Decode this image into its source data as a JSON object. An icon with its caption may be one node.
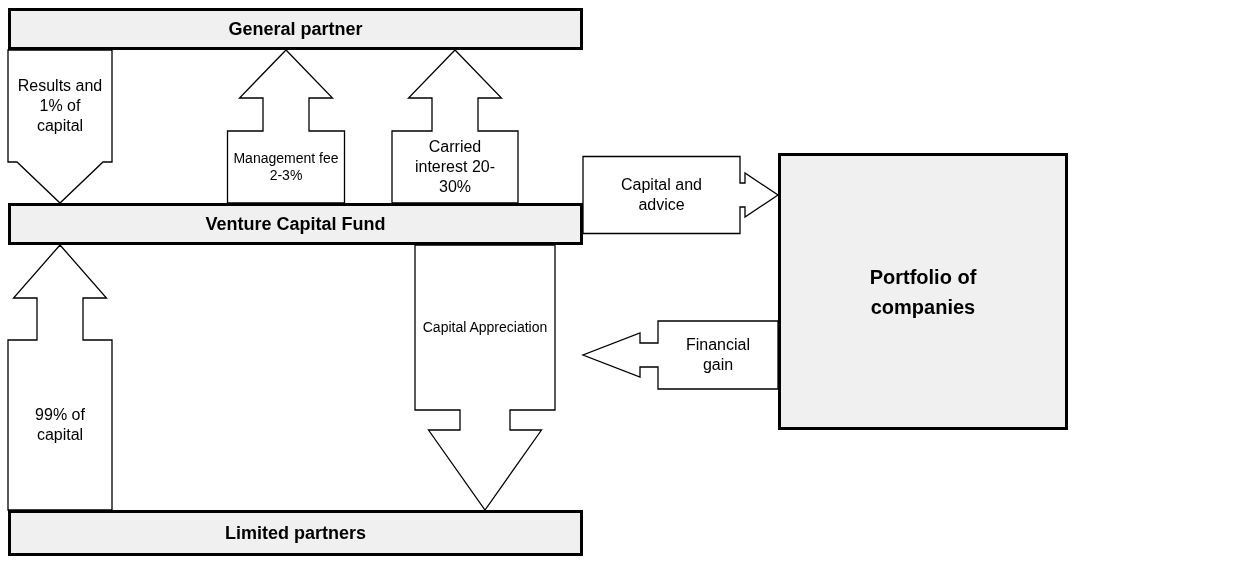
{
  "diagram": {
    "nodes": [
      {
        "text": [
          "General partner"
        ]
      },
      {
        "text": [
          "Venture Capital Fund"
        ]
      },
      {
        "text": [
          "Limited partners"
        ]
      },
      {
        "text": [
          "Portfolio of companies"
        ]
      }
    ],
    "edges": [
      {
        "from": 0,
        "to": 1,
        "arrow": "to",
        "label": "Results and 1% of capital"
      },
      {
        "from": 1,
        "to": 0,
        "arrow": "to",
        "label": "Management fee 2-3%"
      },
      {
        "from": 1,
        "to": 0,
        "arrow": "to",
        "label": "Carried interest 20-30%"
      },
      {
        "from": 2,
        "to": 1,
        "arrow": "to",
        "label": "99% of capital"
      },
      {
        "from": 1,
        "to": 2,
        "arrow": "to",
        "label": "Capital Appreciation"
      },
      {
        "from": 1,
        "to": 3,
        "arrow": "to",
        "label": "Capital and advice"
      },
      {
        "from": 3,
        "to": 1,
        "arrow": "to",
        "label": "Financial gain"
      }
    ]
  }
}
